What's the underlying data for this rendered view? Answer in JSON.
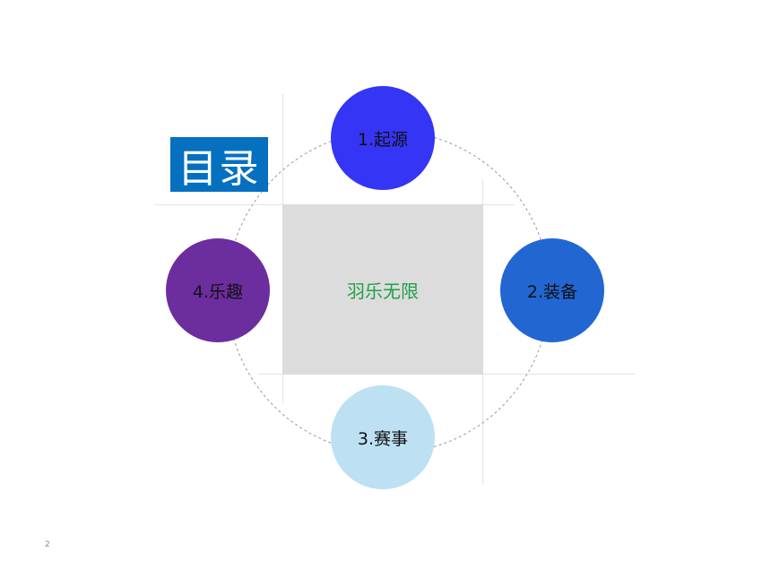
{
  "title": "目录",
  "center": {
    "label": "羽乐无限",
    "color": "#1fa04a"
  },
  "nodes": [
    {
      "label": "1.起源",
      "color": "#3535f5"
    },
    {
      "label": "2.装备",
      "color": "#2266d2"
    },
    {
      "label": "3.赛事",
      "color": "#bde0f3"
    },
    {
      "label": "4.乐趣",
      "color": "#6c2d9f"
    }
  ],
  "page_number": "2",
  "colors": {
    "title_bg": "#0570c0",
    "center_bg": "#dcdcdc"
  }
}
